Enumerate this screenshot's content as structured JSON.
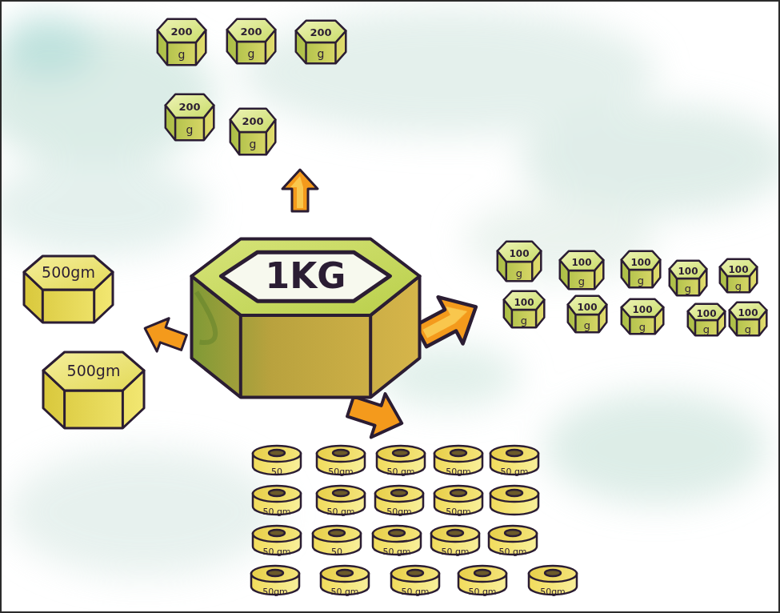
{
  "diagram": {
    "nodes": [
      {
        "text": [
          "200",
          "g"
        ]
      },
      {
        "text": [
          "200",
          "g"
        ]
      },
      {
        "text": [
          "200",
          "g"
        ]
      },
      {
        "text": [
          "200",
          "g"
        ]
      },
      {
        "text": [
          "200",
          "g"
        ]
      },
      {
        "text": [
          "500gm"
        ]
      },
      {
        "text": [
          "1KG"
        ]
      },
      {
        "text": [
          "100",
          "g"
        ]
      },
      {
        "text": [
          "100",
          "g"
        ]
      },
      {
        "text": [
          "100",
          "g"
        ]
      },
      {
        "text": [
          "100",
          "g"
        ]
      },
      {
        "text": [
          "100",
          "g"
        ]
      },
      {
        "text": [
          "100",
          "g"
        ]
      },
      {
        "text": [
          "100",
          "g"
        ]
      },
      {
        "text": [
          "100",
          "g"
        ]
      },
      {
        "text": [
          "100",
          "g"
        ]
      },
      {
        "text": [
          "100",
          "g"
        ]
      },
      {
        "text": [
          "500gm"
        ]
      },
      {
        "text": [
          "50"
        ]
      },
      {
        "text": [
          "50gm"
        ]
      },
      {
        "text": [
          "50 gm"
        ]
      },
      {
        "text": [
          "50gm"
        ]
      },
      {
        "text": [
          "50 gm"
        ]
      },
      {
        "text": [
          "50 gm"
        ]
      },
      {
        "text": [
          "50 gm"
        ]
      },
      {
        "text": [
          "50gm"
        ]
      },
      {
        "text": [
          "50gm"
        ]
      },
      {
        "text": [
          "50 gm"
        ]
      },
      {
        "text": [
          "50"
        ]
      },
      {
        "text": [
          "50 gm"
        ]
      },
      {
        "text": [
          "50 gm"
        ]
      },
      {
        "text": [
          "50 gm"
        ]
      },
      {
        "text": [
          "50gm"
        ]
      },
      {
        "text": [
          "50 gm"
        ]
      },
      {
        "text": [
          "50 gm"
        ]
      },
      {
        "text": [
          "50 gm"
        ]
      },
      {
        "text": [
          "50gm"
        ]
      }
    ]
  }
}
